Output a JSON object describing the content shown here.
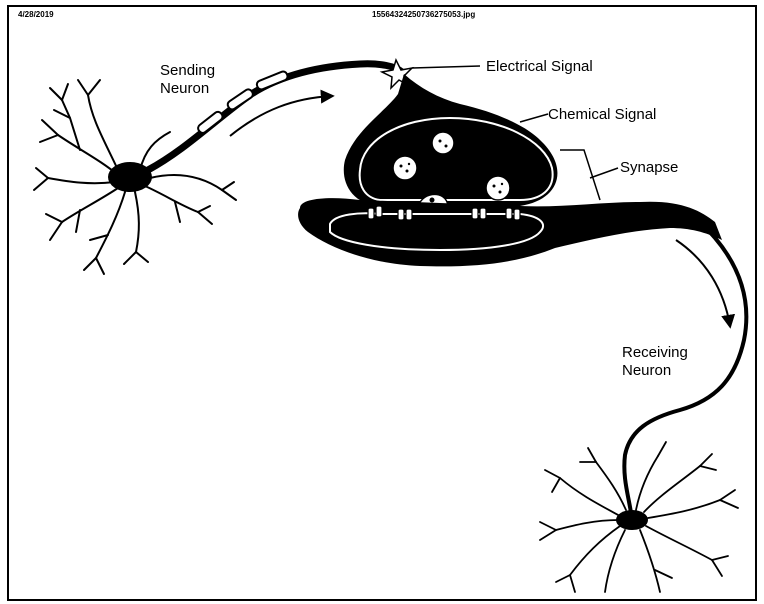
{
  "header": {
    "date": "4/28/2019",
    "filename": "15564324250736275053.jpg"
  },
  "labels": {
    "sending_line1": "Sending",
    "sending_line2": "Neuron",
    "electrical_signal": "Electrical Signal",
    "chemical_signal": "Chemical Signal",
    "synapse": "Synapse",
    "receiving_line1": "Receiving",
    "receiving_line2": "Neuron"
  },
  "colors": {
    "ink": "#000000",
    "paper": "#ffffff"
  }
}
